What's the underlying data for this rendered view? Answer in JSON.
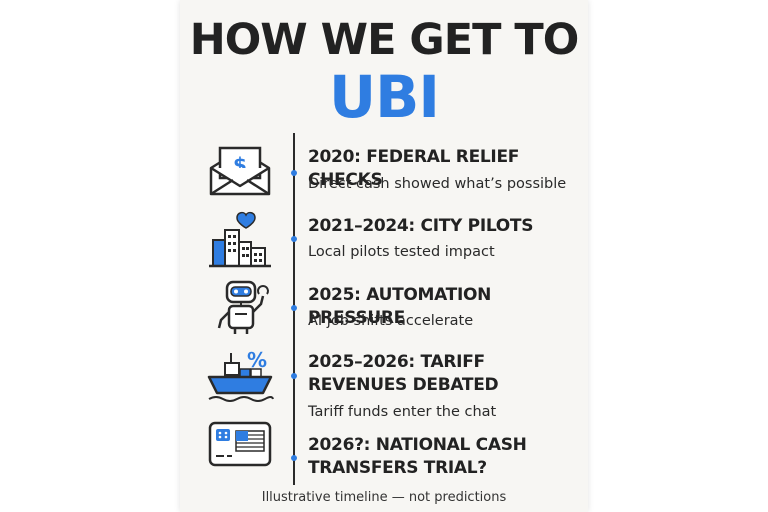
{
  "title": {
    "line1": "HOW WE GET TO",
    "line2": "UBI"
  },
  "colors": {
    "accent": "#2f7de1",
    "text": "#222222",
    "background": "#f7f6f3"
  },
  "timeline": [
    {
      "title": "2020: FEDERAL RELIEF CHECKS",
      "description": "Direct cash showed what’s possible",
      "icon": "envelope-dollar-icon",
      "icon_text": "$"
    },
    {
      "title": "2021–2024: CITY PILOTS",
      "description": "Local pilots tested impact",
      "icon": "city-heart-icon"
    },
    {
      "title": "2025: AUTOMATION PRESSURE",
      "description": "AI job shifts accelerate",
      "icon": "robot-icon"
    },
    {
      "title": "2025–2026: TARIFF REVENUES DEBATED",
      "description": "Tariff funds enter the chat",
      "icon": "cargo-ship-percent-icon",
      "icon_text": "%"
    },
    {
      "title": "2026?: NATIONAL CASH TRANSFERS TRIAL?",
      "description": "",
      "icon": "card-flag-icon"
    }
  ],
  "footer": "Illustrative timeline — not predictions"
}
